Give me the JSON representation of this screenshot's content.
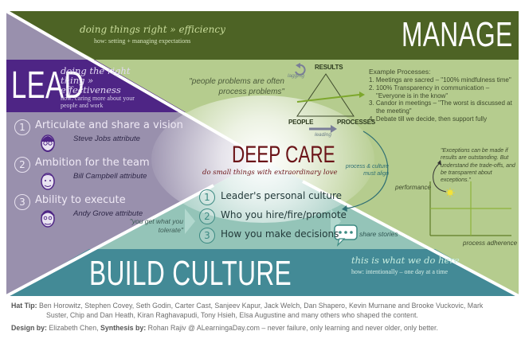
{
  "colors": {
    "manage_dark": "#4d6325",
    "manage_light": "#b5cc8e",
    "lead_dark": "#4e2585",
    "lead_light": "#9990ad",
    "culture_dark": "#438a96",
    "culture_light": "#94c4b8",
    "deep_care": "#6b1418",
    "divider": "#ffffff"
  },
  "manage": {
    "title": "MANAGE",
    "tagline": "doing things right » efficiency",
    "how": "how: setting + managing expectations",
    "quote": "\"people problems are often process problems\"",
    "triangle": {
      "top": "RESULTS",
      "left": "PEOPLE",
      "right": "PROCESSES",
      "lagging": "lagging",
      "leading": "leading"
    },
    "processes_heading": "Example Processes:",
    "processes": [
      "1. Meetings are sacred – \"100% mindfulness time\"",
      "2. 100% Transparency in communication – \"Everyone is in the know\"",
      "3. Candor in meetings – \"The worst is discussed at the meeting\"",
      "4. Debate till we decide, then support fully"
    ],
    "align_note": "process & culture must align",
    "exceptions_quote": "\"Exceptions can be made if results are outstanding. But understand the trade-offs, and be transparent about exceptions.\"",
    "chart": {
      "y_label": "performance",
      "x_label": "process adherence"
    }
  },
  "lead": {
    "title": "LEAD",
    "tagline": "doing the right thing » effectiveness",
    "how": "how: caring more about your people and work",
    "items": [
      {
        "number": "1",
        "label": "Articulate and share a vision",
        "attribute": "Steve Jobs attribute",
        "icon": "steve-jobs-face-icon"
      },
      {
        "number": "2",
        "label": "Ambition for the team",
        "attribute": "Bill Campbell attribute",
        "icon": "bill-campbell-face-icon"
      },
      {
        "number": "3",
        "label": "Ability to execute",
        "attribute": "Andy Grove attribute",
        "icon": "andy-grove-face-icon"
      }
    ]
  },
  "center": {
    "title": "DEEP CARE",
    "subtitle": "do small things with extraordinary love"
  },
  "culture": {
    "title": "BUILD CULTURE",
    "tagline": "this is what we do here",
    "how": "how: intentionally – one day at a time",
    "tolerate_quote": "\"you get what you tolerate\"",
    "share_stories": "share stories",
    "items": [
      {
        "number": "1",
        "label": "Leader's personal culture"
      },
      {
        "number": "2",
        "label": "Who you hire/fire/promote"
      },
      {
        "number": "3",
        "label": "How you make decisions"
      }
    ]
  },
  "footer": {
    "hat_tip_label": "Hat Tip:",
    "hat_tip_line1": "Ben Horowitz, Stephen Covey, Seth Godin, Carter Cast, Sanjeev Kapur, Jack Welch, Dan Shapero, Kevin Murnane and Brooke Vuckovic, Mark",
    "hat_tip_line2": "Suster, Chip and Dan Heath, Kiran Raghavapudi, Tony Hsieh, Elsa Augustine and many others who shaped the content.",
    "design_label": "Design by:",
    "designer": "Elizabeth Chen,",
    "synthesis_label": "Synthesis by:",
    "synthesis": "Rohan Rajiv @ ALearningaDay.com – never failure, only learning and never older, only better."
  }
}
